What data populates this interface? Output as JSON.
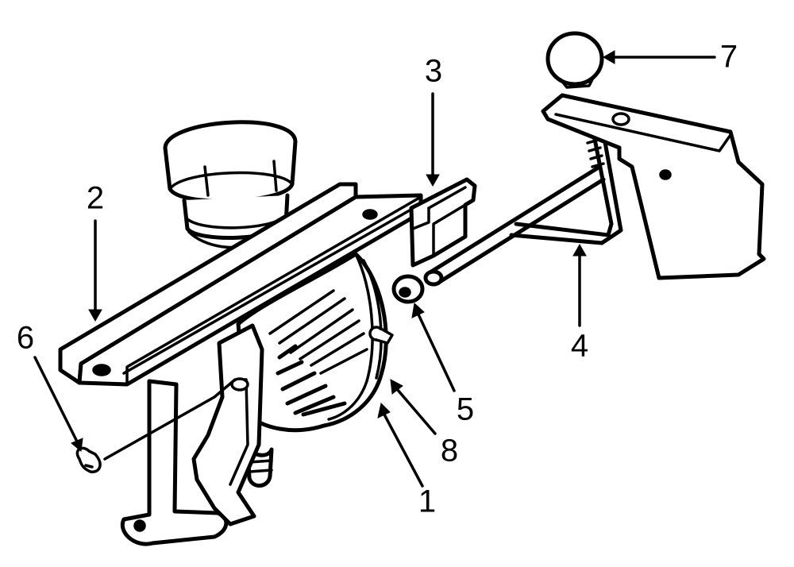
{
  "diagram": {
    "colors": {
      "ink": "#000000",
      "paper": "#ffffff"
    },
    "callouts": [
      {
        "id": "c1",
        "label": "1"
      },
      {
        "id": "c2",
        "label": "2"
      },
      {
        "id": "c3",
        "label": "3"
      },
      {
        "id": "c4",
        "label": "4"
      },
      {
        "id": "c5",
        "label": "5"
      },
      {
        "id": "c6",
        "label": "6"
      },
      {
        "id": "c7",
        "label": "7"
      },
      {
        "id": "c8",
        "label": "8"
      }
    ]
  }
}
